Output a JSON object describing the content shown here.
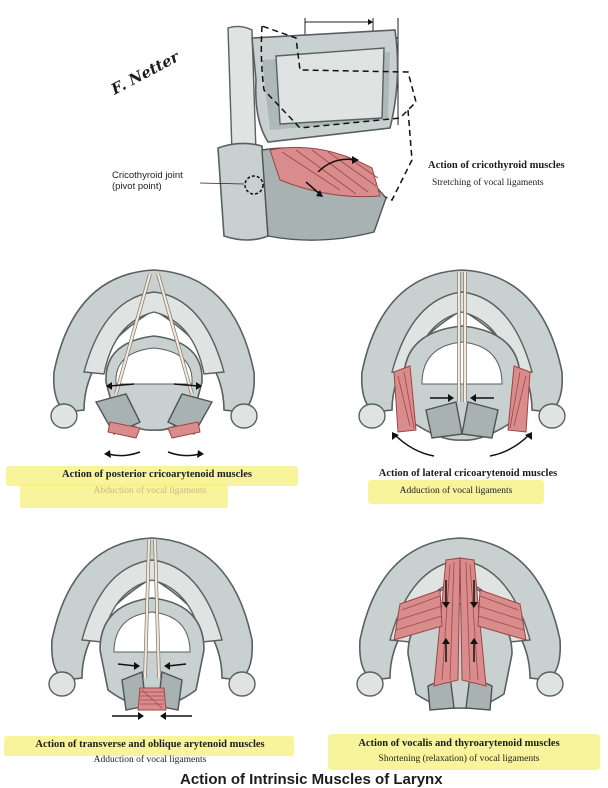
{
  "signature": "F. Netter",
  "top_panel": {
    "joint_label_line1": "Cricothyroid joint",
    "joint_label_line2": "(pivot point)",
    "title": "Action of cricothyroid muscles",
    "subtitle": "Stretching of vocal ligaments"
  },
  "panels": [
    {
      "title": "Action of posterior cricoarytenoid muscles",
      "subtitle": "Abduction of vocal ligaments",
      "highlighted": true
    },
    {
      "title": "Action of lateral cricoarytenoid muscles",
      "subtitle": "Adduction of vocal ligaments",
      "highlighted": true
    },
    {
      "title": "Action of transverse and oblique arytenoid muscles",
      "subtitle": "Adduction of vocal ligaments",
      "highlighted": true
    },
    {
      "title": "Action of vocalis and thyroarytenoid muscles",
      "subtitle": "Shortening (relaxation) of vocal ligaments",
      "highlighted": true
    }
  ],
  "plate_caption": "Action of Intrinsic Muscles of Larynx",
  "colors": {
    "highlight": "#f4f07a",
    "bone": "#c9d0d0",
    "muscle": "#d98c8c",
    "ligament": "#f2e9dc"
  }
}
